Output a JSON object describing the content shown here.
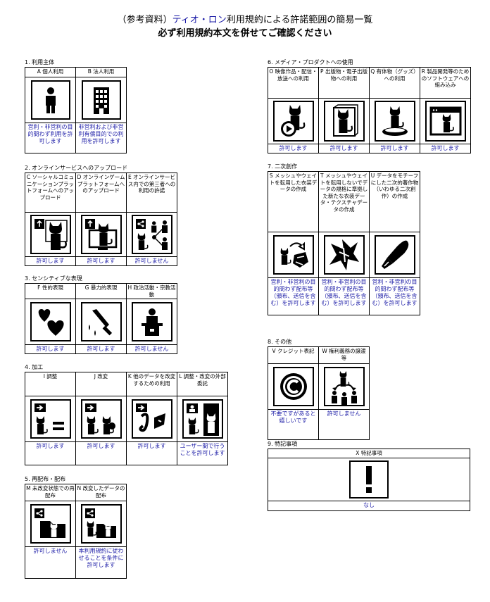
{
  "header": {
    "title_prefix": "（参考資料）",
    "title_brand": "ティオ・ロン",
    "title_suffix": "利用規約による許諾範囲の簡易一覧",
    "subtitle": "必ず利用規約本文を併せてご確認ください"
  },
  "sections": {
    "s1": {
      "title": "1. 利用主体",
      "cells": [
        {
          "head": "A 個人利用",
          "icon": "person-icon",
          "foot": "営利・非営利の目的問わず利用を許可します"
        },
        {
          "head": "B 法人利用",
          "icon": "office-building-icon",
          "foot": "非営利および非営利有償目的での利用を許可します"
        }
      ]
    },
    "s2": {
      "title": "2. オンラインサービスへのアップロード",
      "cells": [
        {
          "head": "C ソーシャルコミュニケーションプラットフォームへのアップロード",
          "icon": "upload-social-icon",
          "foot": "許可します"
        },
        {
          "head": "D オンラインゲームプラットフォームへのアップロード",
          "icon": "upload-game-icon",
          "foot": "許可します"
        },
        {
          "head": "E オンラインサービス内での第三者への利用の許諾",
          "icon": "share-third-party-icon",
          "foot": "許可しません"
        }
      ]
    },
    "s3": {
      "title": "3. センシティブな表現",
      "cells": [
        {
          "head": "F 性的表現",
          "icon": "hearts-icon",
          "foot": "許可します"
        },
        {
          "head": "G 暴力的表現",
          "icon": "knife-icon",
          "foot": "許可します"
        },
        {
          "head": "H 政治活動・宗教活動",
          "icon": "podium-speaker-icon",
          "foot": "許可しません"
        }
      ]
    },
    "s4": {
      "title": "4. 加工",
      "cells": [
        {
          "head": "I 調整",
          "icon": "adjust-icon",
          "foot": "許可します"
        },
        {
          "head": "J 改変",
          "icon": "modify-icon",
          "foot": "許可します"
        },
        {
          "head": "K 他のデータを改変するための利用",
          "icon": "modify-other-icon",
          "foot": "許可します"
        },
        {
          "head": "L 調整・改変の外部委託",
          "icon": "outsource-icon",
          "foot": "ユーザー間で行うことを許可します"
        }
      ]
    },
    "s5": {
      "title": "5. 再配布・配布",
      "cells": [
        {
          "head": "M 未改変状態での再配布",
          "icon": "redistribute-icon",
          "foot": "許可しません"
        },
        {
          "head": "N 改変したデータの配布",
          "icon": "distribute-modified-icon",
          "foot": "本利用規約に従わせることを条件に許可します"
        }
      ]
    },
    "s6": {
      "title": "6. メディア・プロダクトへの使用",
      "cells": [
        {
          "head": "O 映像作品・配信・放送への利用",
          "icon": "video-icon",
          "foot": "許可します"
        },
        {
          "head": "P 出版物・電子出版物への利用",
          "icon": "publication-icon",
          "foot": "許可します"
        },
        {
          "head": "Q 有体物（グッズ）への利用",
          "icon": "figure-goods-icon",
          "foot": "許可します"
        },
        {
          "head": "R 製品開発等のためのソフトウェアへの組み込み",
          "icon": "software-window-icon",
          "foot": "許可します"
        }
      ]
    },
    "s7": {
      "title": "7. 二次創作",
      "cells": [
        {
          "head": "S メッシュやウェイトを転用した衣装データの作成",
          "icon": "costume-recycle-icon",
          "foot": "営利・非営利の目的問わず配布等（頒布、送信を含む）を許可します"
        },
        {
          "head": "T メッシュやウェイトを転用しないでデータの規格に準拠した新たな衣装データ・テクスチャデータの作成",
          "icon": "new-costume-icon",
          "foot": "営利・非営利の目的問わず配布等（頒布、送信を含む）を許可します"
        },
        {
          "head": "U データをモチーフにした二次的著作物（いわゆる二次創作）の作成",
          "icon": "pen-nib-icon",
          "foot": "営利・非営利の目的問わず配布等（頒布、送信を含む）を許可します"
        }
      ]
    },
    "s8": {
      "title": "8. その他",
      "cells": [
        {
          "head": "V クレジット表記",
          "icon": "copyright-icon",
          "foot": "不要ですがあると嬉しいです"
        },
        {
          "head": "W 権利義務の譲渡等",
          "icon": "transfer-rights-icon",
          "foot": "許可しません"
        }
      ]
    },
    "s9": {
      "title": "9. 特記事項",
      "cells": [
        {
          "head": "X 特記事項",
          "icon": "exclamation-icon",
          "foot": "なし"
        }
      ]
    }
  },
  "colors": {
    "accent": "#1a1aa6",
    "ink": "#000000"
  }
}
